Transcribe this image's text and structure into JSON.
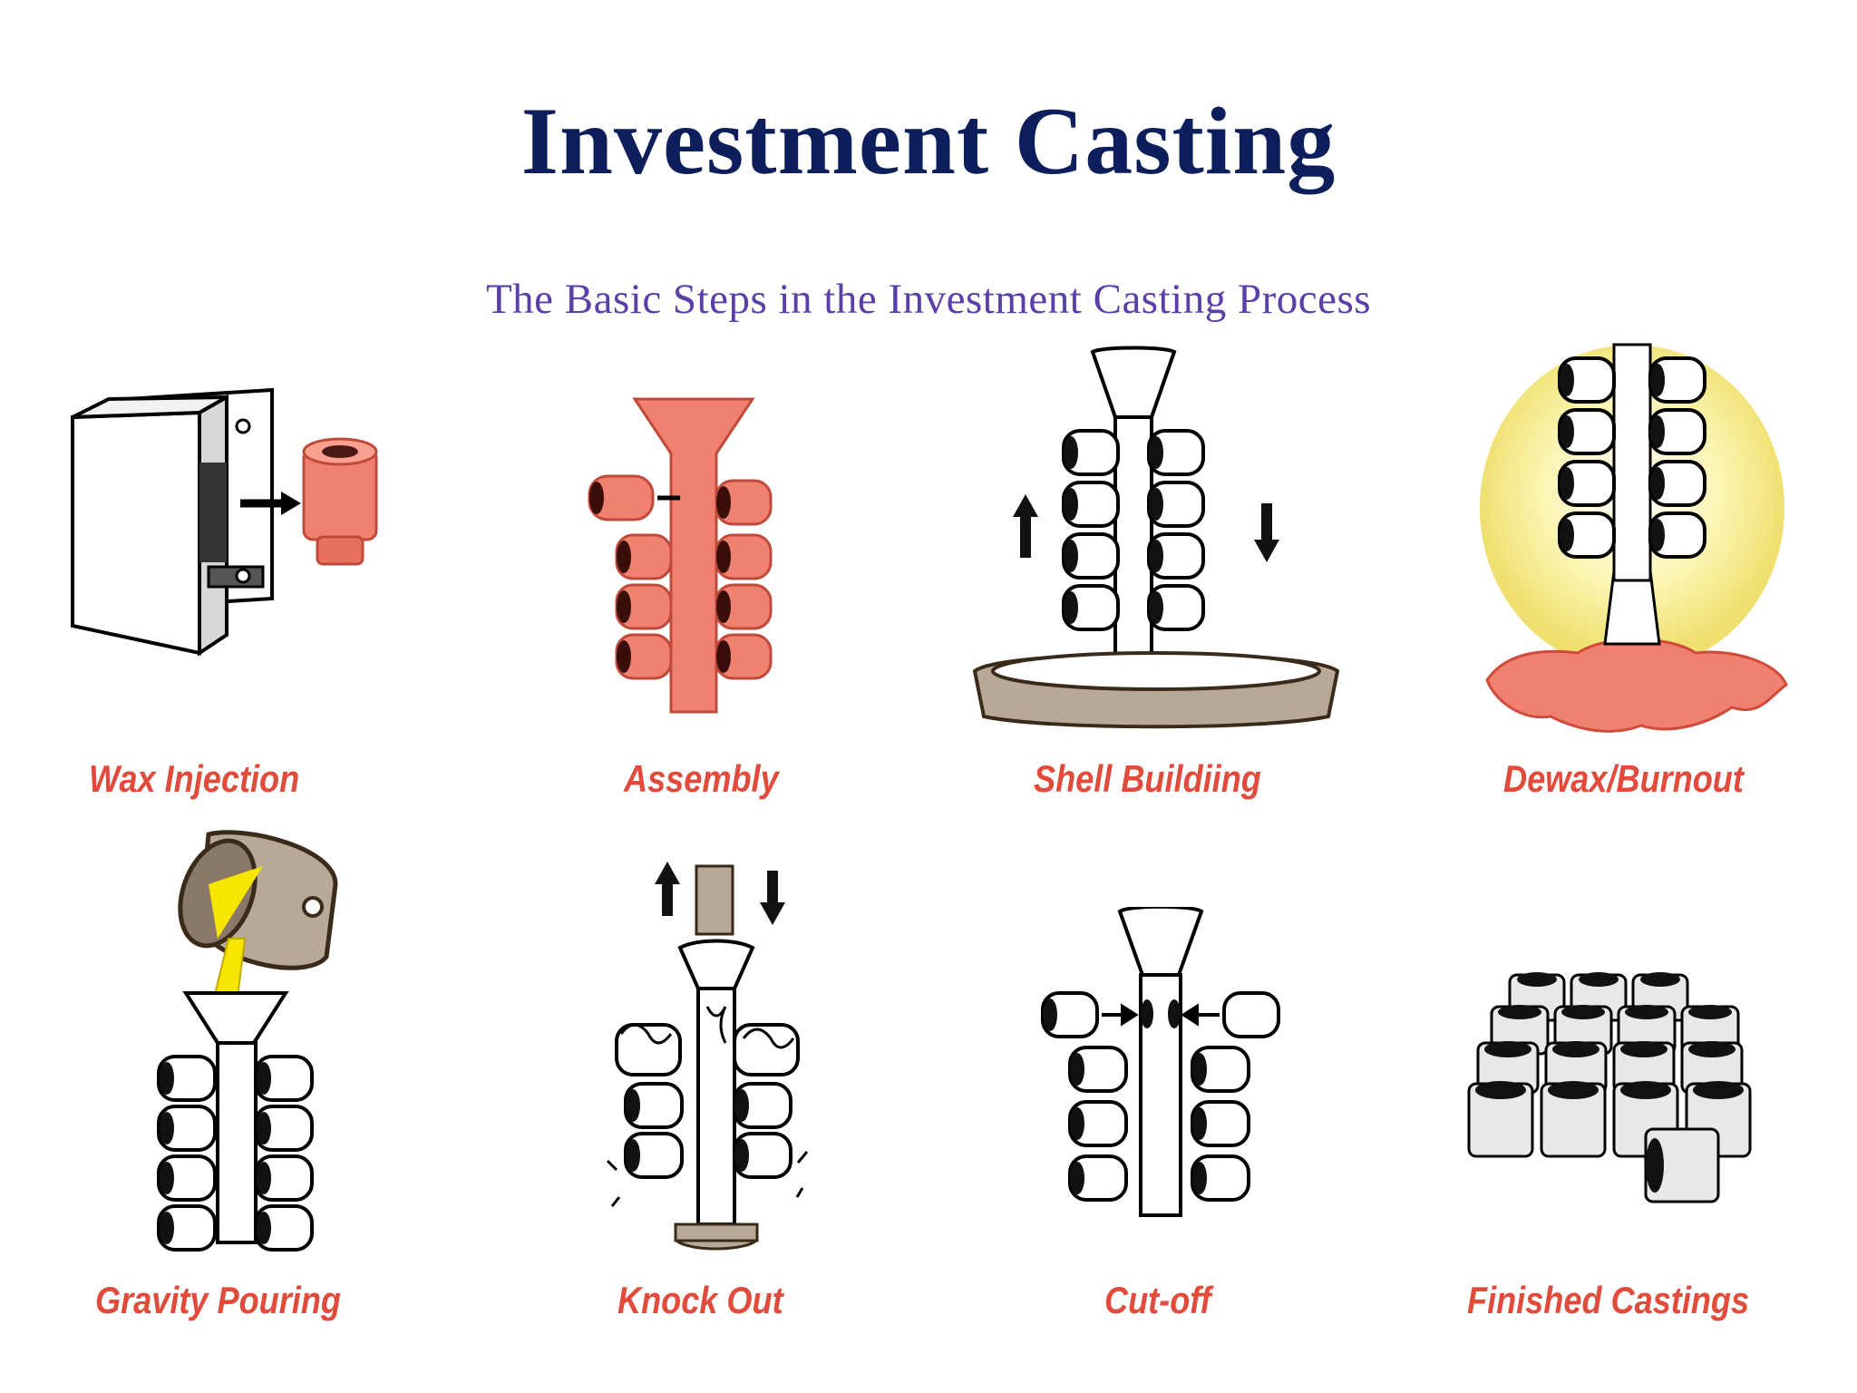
{
  "title": "Investment Casting",
  "diagram": {
    "heading": "The Basic Steps in the Investment Casting Process",
    "steps": [
      {
        "label": "Wax Injection"
      },
      {
        "label": "Assembly"
      },
      {
        "label": "Shell Buildiing"
      },
      {
        "label": "Dewax/Burnout"
      },
      {
        "label": "Gravity Pouring"
      },
      {
        "label": "Knock Out"
      },
      {
        "label": "Cut-off"
      },
      {
        "label": "Finished Castings"
      }
    ]
  },
  "colors": {
    "title": "#0c1f5c",
    "heading": "#5a3fa8",
    "label": "#e24b3b",
    "wax": "#f08070",
    "shell": "#b8a898",
    "glow": "#f5e98a"
  }
}
